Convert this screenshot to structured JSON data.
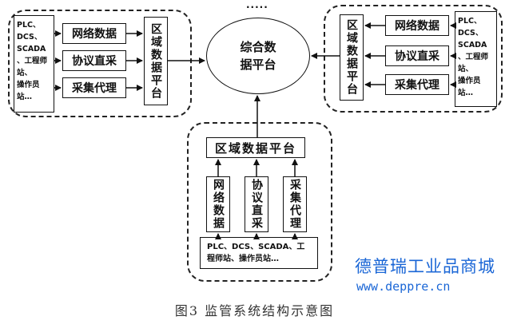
{
  "dots": "·····",
  "platform_text": "综合数\n据平台",
  "left_group": {
    "systems": "PLC、\nDCS、\nSCADA\n、工程师\n站、\n操作员\n站…",
    "methods": [
      "网络数据",
      "协议直采",
      "采集代理"
    ],
    "region": "区域数据平台"
  },
  "right_group": {
    "systems": "PLC、\nDCS、\nSCADA\n、工程师\n站、\n操作员\n站…",
    "methods": [
      "网络数据",
      "协议直采",
      "采集代理"
    ],
    "region": "区域数据平台"
  },
  "bottom_group": {
    "region": "区域数据平台",
    "methods": [
      "网络数据",
      "协议直采",
      "采集代理"
    ],
    "systems": "PLC、DCS、SCADA、工\n程师站、操作员站…"
  },
  "watermark": {
    "name": "德普瑞工业品商城",
    "url": "www.deppre.cn",
    "color": "#1a66d6"
  },
  "caption": "图3  监管系统结构示意图"
}
